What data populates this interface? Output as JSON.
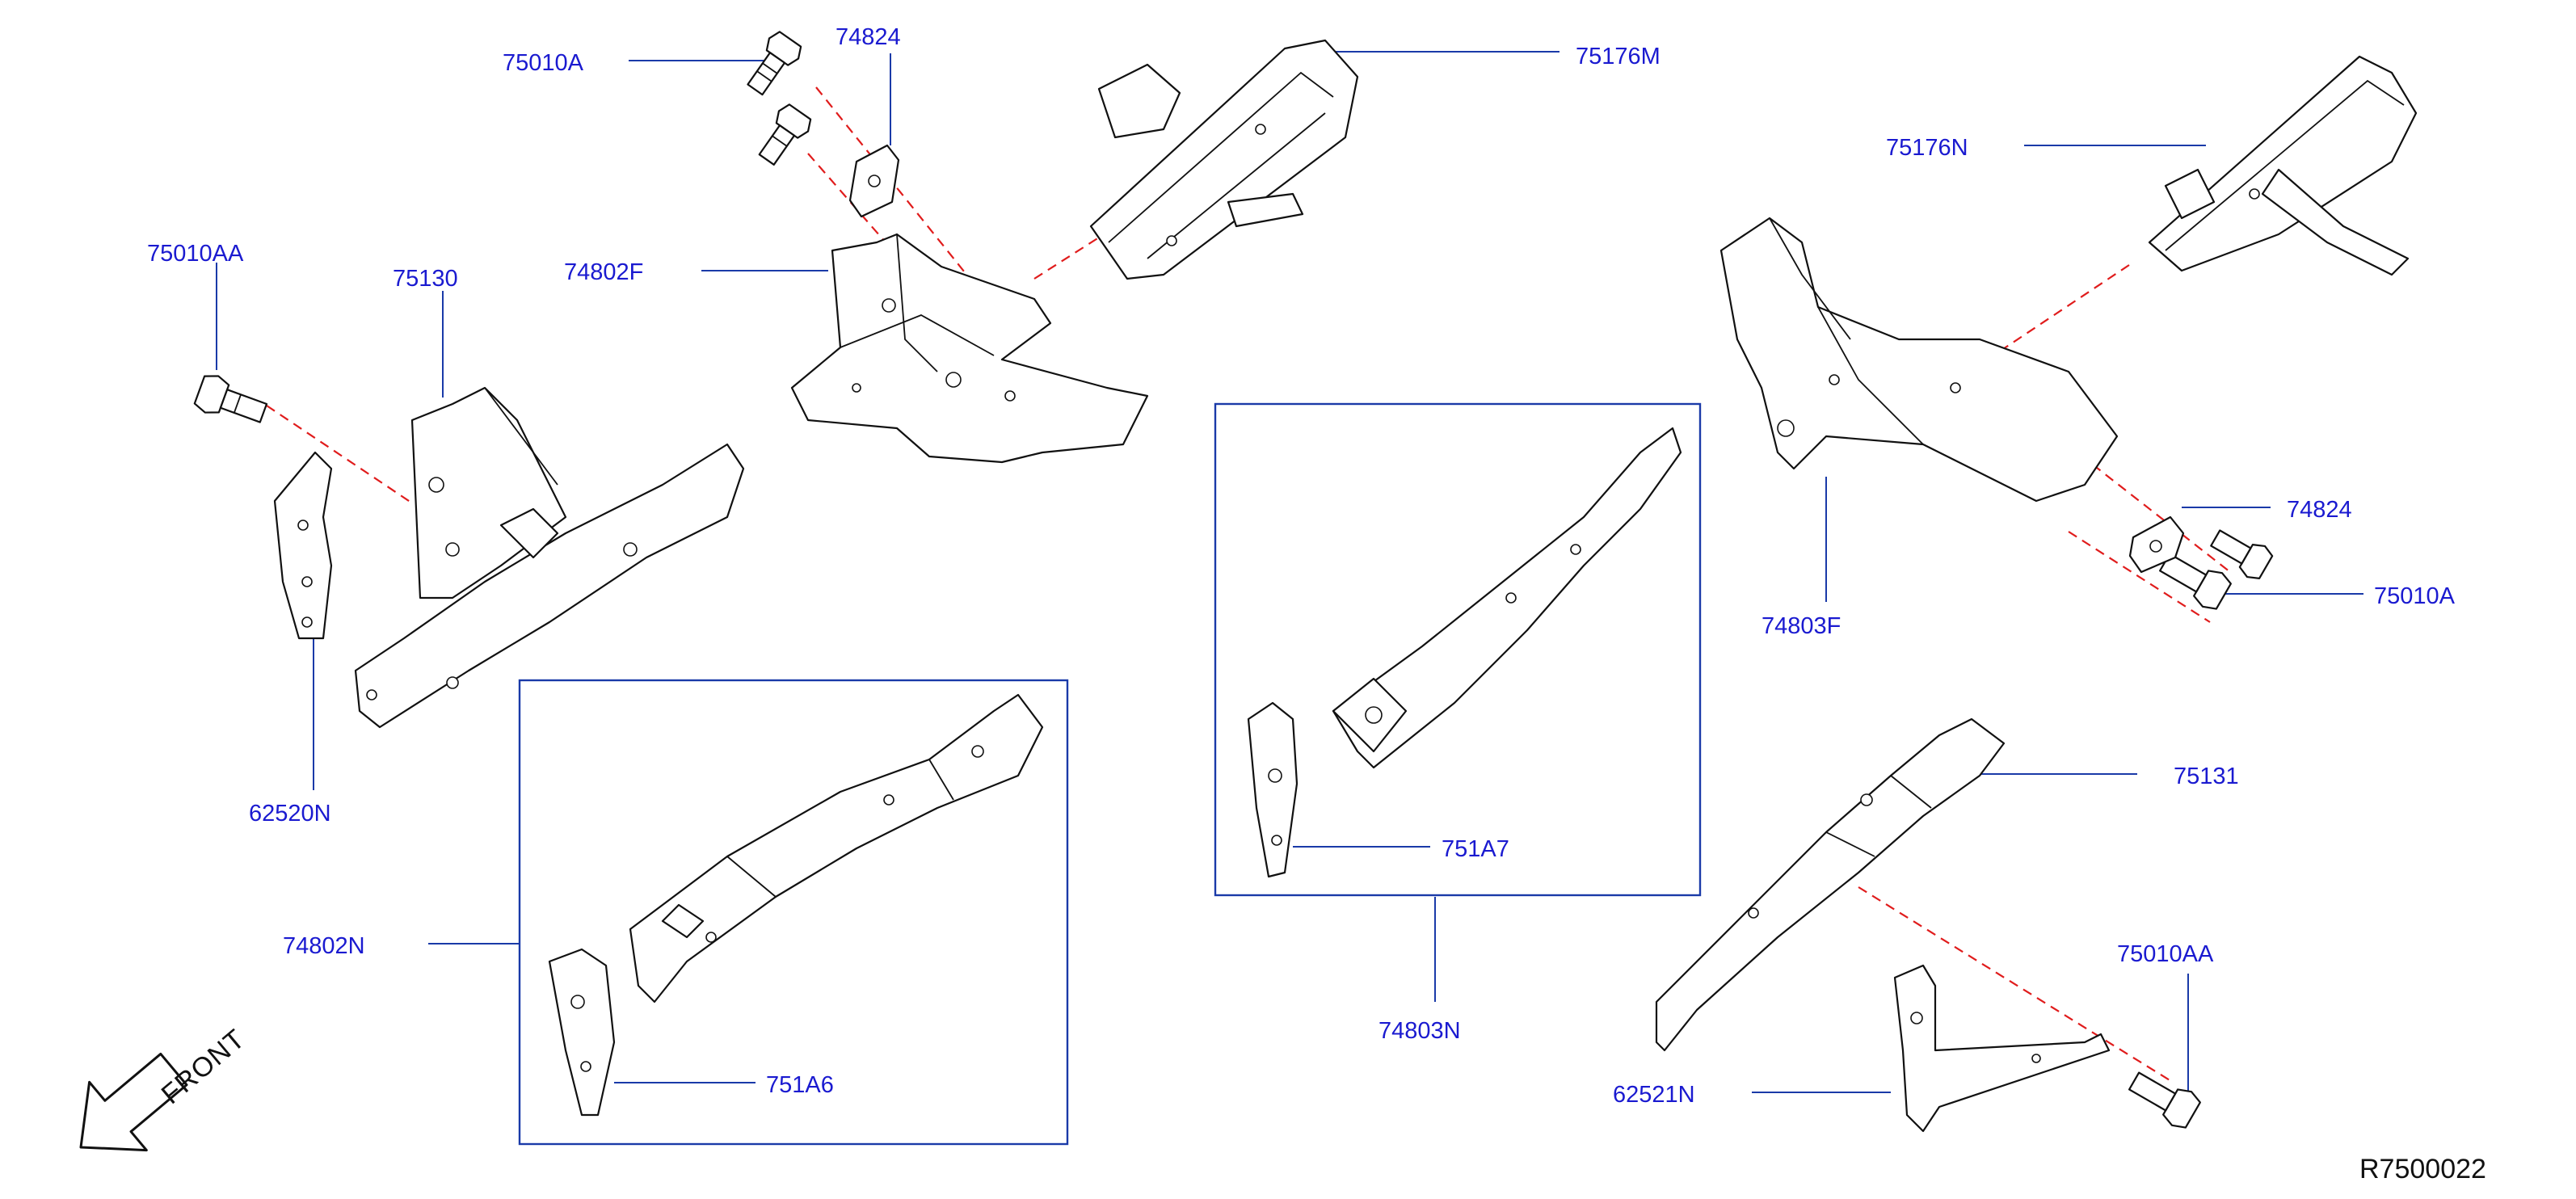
{
  "labels": {
    "l75010A_top": "75010A",
    "l74824_top": "74824",
    "l75176M": "75176M",
    "l75176N": "75176N",
    "l75010AA_left": "75010AA",
    "l75130": "75130",
    "l74802F": "74802F",
    "l62520N": "62520N",
    "l74824_right": "74824",
    "l75010A_right": "75010A",
    "l74803F": "74803F",
    "l751A7": "751A7",
    "l74803N": "74803N",
    "l75131": "75131",
    "l75010AA_right": "75010AA",
    "l74802N": "74802N",
    "l751A6": "751A6",
    "l62521N": "62521N"
  },
  "front_label": "FRONT",
  "reference_code": "R7500022",
  "colors": {
    "label_text": "#1a1ad0",
    "leader_line": "#1a3aa8",
    "alignment_line": "#e01c1c",
    "outline": "#111111"
  },
  "icons": [
    "bolt-icon",
    "front-arrow-icon"
  ]
}
